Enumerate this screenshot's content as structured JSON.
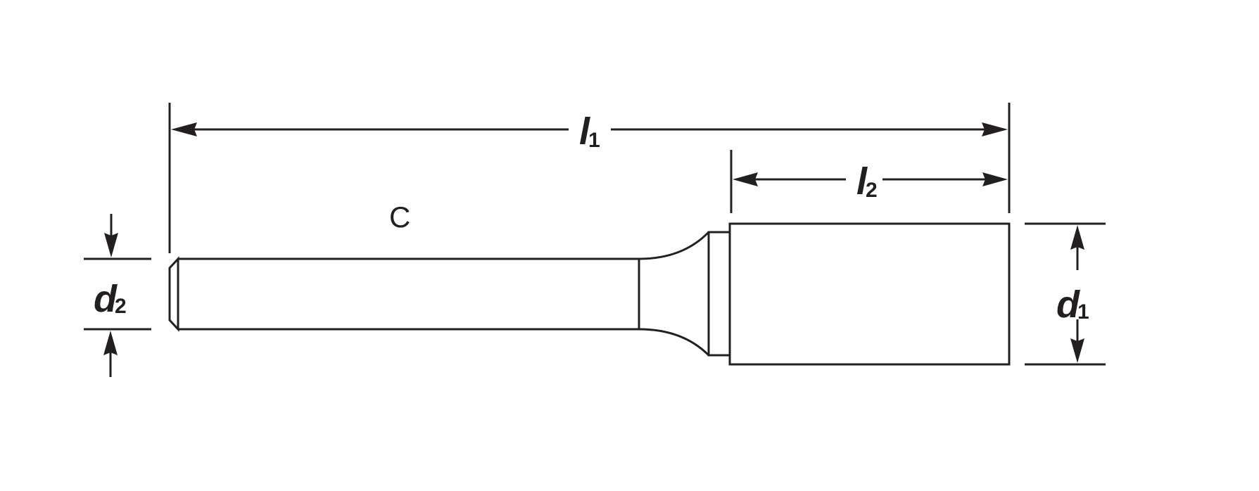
{
  "diagram": {
    "type_label": "C",
    "dimensions": {
      "l1": {
        "main": "l",
        "sub": "1"
      },
      "l2": {
        "main": "l",
        "sub": "2"
      },
      "d1": {
        "main": "d",
        "sub": "1"
      },
      "d2": {
        "main": "d",
        "sub": "2"
      }
    },
    "colors": {
      "line": "#231f20",
      "background": "#ffffff"
    }
  }
}
